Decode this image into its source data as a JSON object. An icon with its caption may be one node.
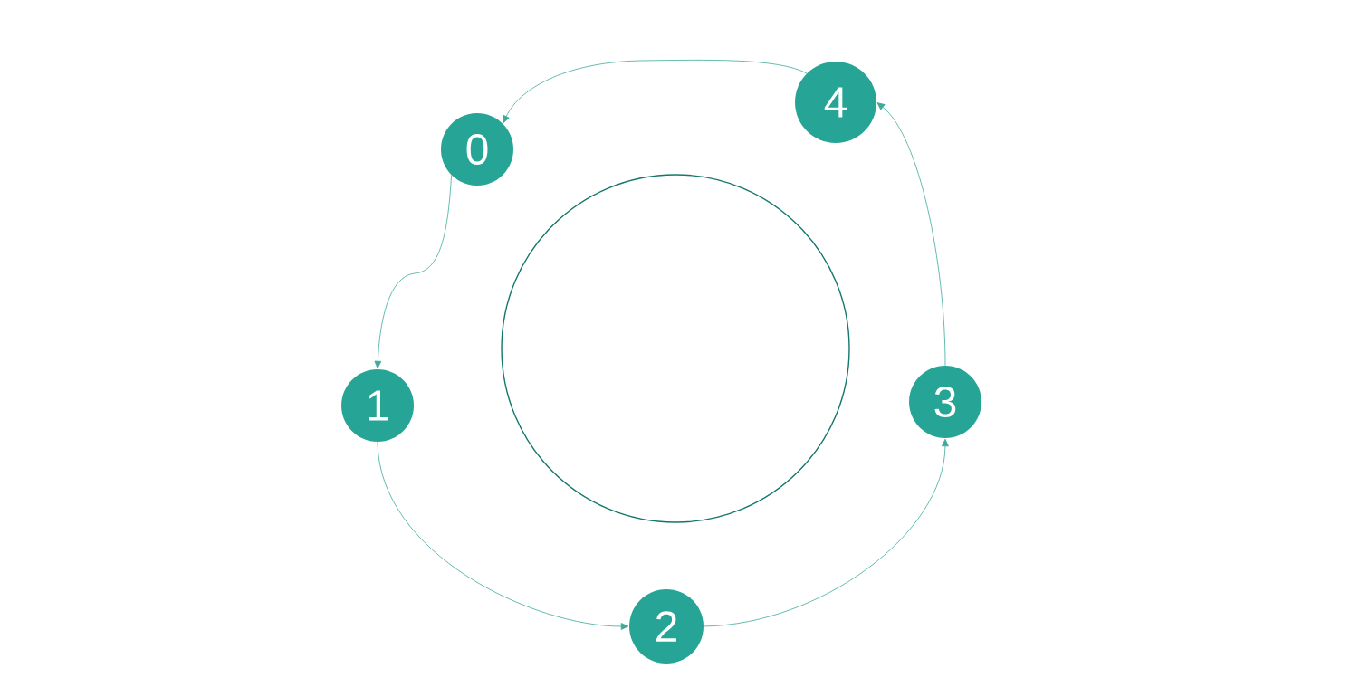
{
  "diagram": {
    "nodes": [
      {
        "text": [
          "0"
        ]
      },
      {
        "text": [
          "1"
        ]
      },
      {
        "text": [
          "2"
        ]
      },
      {
        "text": [
          "3"
        ]
      },
      {
        "text": [
          "4"
        ]
      },
      {
        "text": [],
        "shape": "circle"
      }
    ],
    "edges": [
      {
        "from": 0,
        "to": 1,
        "arrow": "to"
      },
      {
        "from": 1,
        "to": 2,
        "arrow": "to"
      },
      {
        "from": 2,
        "to": 3,
        "arrow": "to"
      },
      {
        "from": 3,
        "to": 4,
        "arrow": "to"
      },
      {
        "from": 4,
        "to": 0,
        "arrow": "to"
      }
    ]
  }
}
